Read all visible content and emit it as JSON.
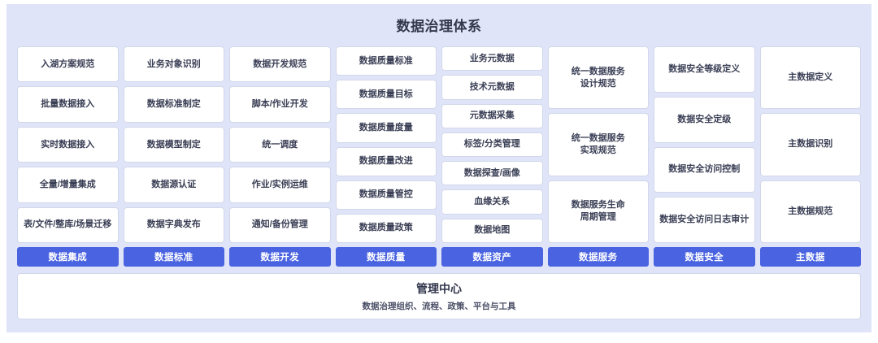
{
  "page": {
    "title": "数据治理体系",
    "background_color": "#dfe4f8",
    "accent_color": "#4a63e0",
    "card_color": "#ffffff"
  },
  "columns": [
    {
      "domain": "数据集成",
      "items": [
        "入湖方案规范",
        "批量数据接入",
        "实时数据接入",
        "全量/增量集成",
        "表/文件/整库/场景迁移"
      ]
    },
    {
      "domain": "数据标准",
      "items": [
        "业务对象识别",
        "数据标准制定",
        "数据模型制定",
        "数据源认证",
        "数据字典发布"
      ]
    },
    {
      "domain": "数据开发",
      "items": [
        "数据开发规范",
        "脚本/作业开发",
        "统一调度",
        "作业/实例运维",
        "通知/备份管理"
      ]
    },
    {
      "domain": "数据质量",
      "items": [
        "数据质量标准",
        "数据质量目标",
        "数据质量度量",
        "数据质量改进",
        "数据质量管控",
        "数据质量政策"
      ]
    },
    {
      "domain": "数据资产",
      "items": [
        "业务元数据",
        "技术元数据",
        "元数据采集",
        "标签/分类管理",
        "数据探查/画像",
        "血缘关系",
        "数据地图"
      ]
    },
    {
      "domain": "数据服务",
      "items": [
        "统一数据服务\n设计规范",
        "统一数据服务\n实现规范",
        "数据服务生命\n周期管理"
      ]
    },
    {
      "domain": "数据安全",
      "items": [
        "数据安全等级定义",
        "数据安全定级",
        "数据安全访问控制",
        "数据安全访问日志审计"
      ]
    },
    {
      "domain": "主数据",
      "items": [
        "主数据定义",
        "主数据识别",
        "主数据规范"
      ]
    }
  ],
  "footer": {
    "title": "管理中心",
    "subtitle": "数据治理组织、流程、政策、平台与工具"
  }
}
